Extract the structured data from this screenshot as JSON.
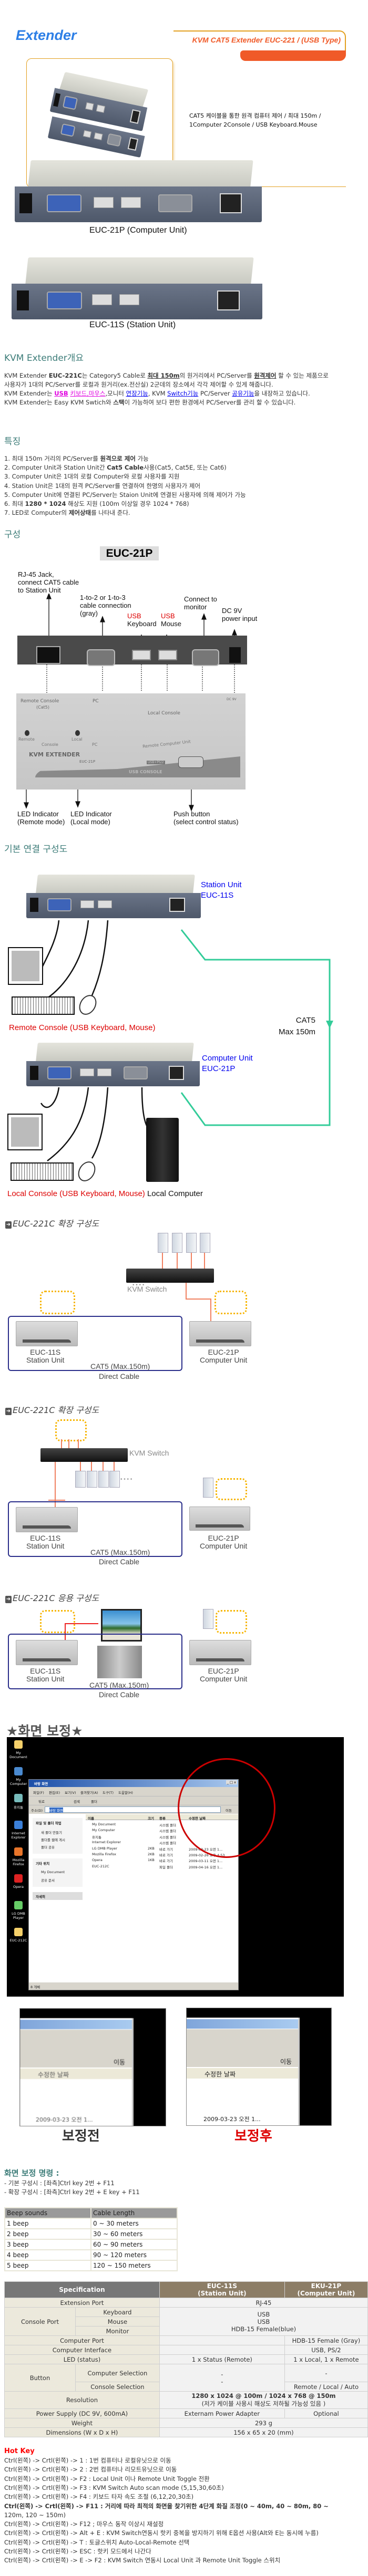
{
  "header": {
    "logo": "Extender",
    "title": "KVM CAT5 Extender EUC-221 / (USB Type)",
    "desc_lines": [
      "CAT5 케이블을 통한 원격 컴퓨터 제어 / 최대 150m /",
      "1Computer 2Console / USB Keyboard.Mouse"
    ]
  },
  "photos": {
    "computer_caption": "EUC-21P (Computer Unit)",
    "station_caption": "EUC-11S (Station Unit)"
  },
  "overview": {
    "heading": "KVM Extender개요",
    "l1": [
      "KVM Extender ",
      "EUC-221C",
      "는 Category5 Cable로 ",
      "최대 150m",
      "의 원거리에서 PC/Server를 ",
      "원격제어",
      " 할 수 있는 제품으로"
    ],
    "l2": "사용자가 1대의 PC/Server를 로컬과 원거리(ex.전산실) 2군데의 장소에서 각각 제어할 수 있게 해줍니다.",
    "l3": [
      "KVM Extender는 ",
      "USB",
      " ",
      "키보드,마우스",
      ",모니터 ",
      "연장기능",
      ", KVM ",
      "Switch기능",
      " PC/Server ",
      "공유기능",
      "을 내장하고 있습니다."
    ],
    "l4": [
      "KVM Extender는 Easy KVM Swtich와 ",
      "스택",
      "이 가능하여 보다 편한 환경에서 PC/Server를 관리 할 수 있습니다."
    ]
  },
  "features": {
    "heading": "특징",
    "items": [
      [
        "1. 최대 150m 거리의 PC/Server를 ",
        "원격으로 제어",
        " 가능"
      ],
      [
        "2. Computer Unit과 Station Unit간 ",
        "Cat5 Cable",
        "사용(Cat5, Cat5E, 또는 Cat6)"
      ],
      [
        "3. Computer Unit은 1대의 로컬 Computer와 로컬 사용자를 지원",
        "",
        ""
      ],
      [
        "4. Station Unit은 1대의 원격 PC/Server를 연결하여 한명의 사용자가 제어",
        "",
        ""
      ],
      [
        "5. Computer Unit에 연결된 PC/Server는 Staion Unit에 연결된 사용자에 의해 제어가 가능",
        "",
        ""
      ],
      [
        "6. 최대 ",
        "1280 * 1024",
        " 해상도 지원 (100m 이상일 경우 1024 * 768)"
      ],
      [
        "7. LED로 Computer의 ",
        "제어상태",
        "를 나타내 준다."
      ]
    ]
  },
  "composition": {
    "heading": "구성",
    "model": "EUC-21P",
    "rj45": [
      "RJ-45 Jack,",
      "connect CAT5 cable",
      "to Station Unit"
    ],
    "pc": [
      "1-to-2 or 1-to-3",
      "cable connection",
      "(gray)"
    ],
    "usb_kb": [
      "USB",
      "Keyboard"
    ],
    "usb_mouse": [
      "USB",
      "Mouse"
    ],
    "monitor": [
      "Connect to",
      "monitor"
    ],
    "power": [
      "DC 9V",
      "power input"
    ],
    "panel": {
      "remote_console": "Remote Console",
      "cat5": "(Cat5)",
      "pc": "PC",
      "local_console": "Local Console",
      "dc": "DC 9V",
      "remote": "Remote",
      "local": "Local",
      "console": "Console",
      "kvm": "KVM EXTENDER",
      "model": "EUC-21P",
      "usb_console": "USB CONSOLE",
      "usb_ps2": "USB+PS/2",
      "unit": "Remote Computer Unit"
    },
    "led_remote": [
      "LED Indicator",
      "(Remote mode)"
    ],
    "led_local": [
      "LED Indicator",
      "(Local mode)"
    ],
    "push": [
      "Push button",
      "(select control status)"
    ]
  },
  "basic": {
    "heading": "기본 연결 구성도",
    "station": [
      "Station Unit",
      "EUC-11S"
    ],
    "computer": [
      "Computer Unit",
      "EUC-21P"
    ],
    "cat5": [
      "CAT5",
      "Max 150m"
    ],
    "remote_console": "Remote Console (USB Keyboard, Mouse)",
    "local_console": "Local Console (USB Keyboard, Mouse)",
    "local_computer": "Local Computer",
    "cable_color": "#33cc99"
  },
  "diagrams": [
    {
      "heading": "EUC-221C 확장 구성도",
      "kvm": "KVM Switch",
      "s": [
        "EUC-11S",
        "Station Unit"
      ],
      "c": [
        "EUC-21P",
        "Computer Unit"
      ],
      "cat5": "CAT5 (Max.150m)",
      "direct": "Direct Cable",
      "dots": "• • • •"
    },
    {
      "heading": "EUC-221C 확장 구성도",
      "kvm": "KVM Switch",
      "s": [
        "EUC-11S",
        "Station Unit"
      ],
      "c": [
        "EUC-21P",
        "Computer Unit"
      ],
      "cat5": "CAT5 (Max.150m)",
      "direct": "Direct Cable",
      "dots": "• • • •"
    },
    {
      "heading": "EUC-221C 응용 구성도",
      "s": [
        "EUC-11S",
        "Station Unit"
      ],
      "c": [
        "EUC-21P",
        "Computer Unit"
      ],
      "cat5": "CAT5 (Max.150m)",
      "direct": "Direct Cable"
    }
  ],
  "calibration": {
    "heading": "★화면 보정★",
    "desktop_icons": [
      "My Document",
      "My Computer",
      "휴지통",
      "Internet Explorer",
      "Mozilla Firefox",
      "Opera",
      "LG DMB Player",
      "EUC-212C"
    ],
    "window": {
      "title": "바탕 화면",
      "menu": [
        "파일(F)",
        "편집(E)",
        "보기(V)",
        "즐겨찾기(A)",
        "도구(T)",
        "도움말(H)"
      ],
      "toolbar": [
        "뒤로",
        "검색",
        "폴더"
      ],
      "address_label": "주소(D)",
      "address": "바탕 화면",
      "go": "이동",
      "columns": [
        "이름",
        "크기",
        "종류",
        "수정한 날짜"
      ],
      "tasks": {
        "h1": "파일 및 폴더 작업",
        "i1": [
          "새 폴더 만들기",
          "폴더를 웹에 게시",
          "폴더 공유"
        ],
        "h2": "기타 위치",
        "i2": [
          "My Document",
          "공유 문서"
        ],
        "h3": "자세히"
      },
      "files": [
        [
          "My Document",
          "",
          "시스템 폴더",
          ""
        ],
        [
          "My Computer",
          "",
          "시스템 폴더",
          ""
        ],
        [
          "휴지통",
          "",
          "시스템 폴더",
          ""
        ],
        [
          "Internet Explorer",
          "",
          "시스템 폴더",
          ""
        ],
        [
          "LG DMB Player",
          "2KB",
          "바로 가기",
          "2009-03-23 오전 1..."
        ],
        [
          "Mozilla Firefox",
          "2KB",
          "바로 가기",
          "2009-02-26 오후 4:53"
        ],
        [
          "Opera",
          "1KB",
          "바로 가기",
          "2009-03-11 오전 1..."
        ],
        [
          "EUC-212C",
          "",
          "파일 폴더",
          "2009-04-16 오전 1..."
        ]
      ],
      "status": "8 개체"
    },
    "crop_col": "수정한 날짜",
    "crop_date": "2009-03-23 오전 1...",
    "before": "보정전",
    "after": "보정후",
    "cmd_heading": "화면 보정 명령 :",
    "cmd": [
      "- 기본 구성시 : [좌측]Ctrl key 2번 + F11",
      "- 확장 구성시 : [좌측]Ctrl key 2번 + E key + F11"
    ]
  },
  "beep_table": {
    "headers": [
      "Beep sounds",
      "Cable Length"
    ],
    "rows": [
      [
        "1 beep",
        "0 ~ 30 meters"
      ],
      [
        "2 beep",
        "30 ~ 60 meters"
      ],
      [
        "3 beep",
        "60 ~ 90 meters"
      ],
      [
        "4 beep",
        "90 ~ 120 meters"
      ],
      [
        "5 beep",
        "120 ~ 150 meters"
      ]
    ]
  },
  "spec": {
    "h": [
      "Specification",
      "EUC-11S",
      "(Station Unit)",
      "EKU-21P",
      "(Computer Unit)"
    ],
    "ext": [
      "Extension Port",
      "RJ-45"
    ],
    "console": [
      "Console Port",
      "Keyboard",
      "Mouse",
      "Monitor",
      "USB",
      "USB",
      "HDB-15 Female(blue)"
    ],
    "cport": [
      "Computer Port",
      "",
      "HDB-15 Female (Gray)"
    ],
    "cif": [
      "Computer Interface",
      "",
      "USB, PS/2"
    ],
    "led": [
      "LED (status)",
      "1 x Status (Remote)",
      "1 x Local, 1 x Remote"
    ],
    "button": [
      "Button",
      "Computer Selection",
      "-",
      "-",
      "-",
      "Console Selection",
      "Remote / Local / Auto"
    ],
    "res": [
      "Resolution",
      "1280 x 1024 @ 100m / 1024 x 768 @ 150m",
      "(저가 케이블 사용시 해상도 저하될 가능성 있음 )"
    ],
    "power": [
      "Power Supply (DC 9V, 600mA)",
      "Externam Power Adapter",
      "Optional"
    ],
    "weight": [
      "Weight",
      "293 g"
    ],
    "dim": [
      "Dimensions (W x D x H)",
      "156 x 65 x 20 (mm)"
    ]
  },
  "hotkey": {
    "heading": "Hot Key",
    "lines": [
      "Ctrl(왼쪽) -> Crtl(왼쪽) -> 1 : 1번 컴퓨터나 로컬유닛으로 이동",
      "Ctrl(왼쪽) -> Crtl(왼쪽) -> 2 : 2번 컴퓨터나 리모트유닛으로 이동",
      "Ctrl(왼쪽) -> Crtl(왼쪽) -> F2 : Local Unit 이나 Remote Unit Toggle 전환",
      "Ctrl(왼쪽) -> Crtl(왼쪽) -> F3 : KVM Switch Auto scan mode (5,15,30,60초)",
      "Ctrl(왼쪽) -> Crtl(왼쪽) -> F4 : 키보드 타자 속도 조절 (6,12,20,30초)",
      "Ctrl(왼쪽) -> Crtl(왼쪽) -> F11 : 거리에 따라 최적의 화면을 찾기위한 4단계 화질 조정(0 ~ 40m, 40 ~ 80m, 80 ~",
      "120m, 120 ~ 150m)",
      "Ctrl(왼쪽) -> Crtl(왼쪽) -> F12 ; 마우스 동작 이상시 재설정",
      "Ctrl(왼쪽) -> Crtl(왼쪽) -> Alt + E : KVM Switch연동시 핫키 중복을 방지하기 위해 E옵션 사용(Alt와 E는 동시에 누름)",
      "Ctrl(왼쪽) -> Crtl(왼쪽) -> T : 토글스위치 Auto-Local-Remote 선택",
      "Ctrl(왼쪽) -> Crtl(왼쪽) -> ESC : 핫키 모드에서 나간다",
      "Ctrl(왼쪽) -> Crtl(왼쪽) -> E -> F2 : KVM Switch 연동시 Local Unit 과 Remote Unit Toggle 스위치"
    ]
  },
  "colors": {
    "accent_orange": "#f05a28",
    "heading_teal": "#3c7c78",
    "hotkey_red": "#ff0000"
  }
}
